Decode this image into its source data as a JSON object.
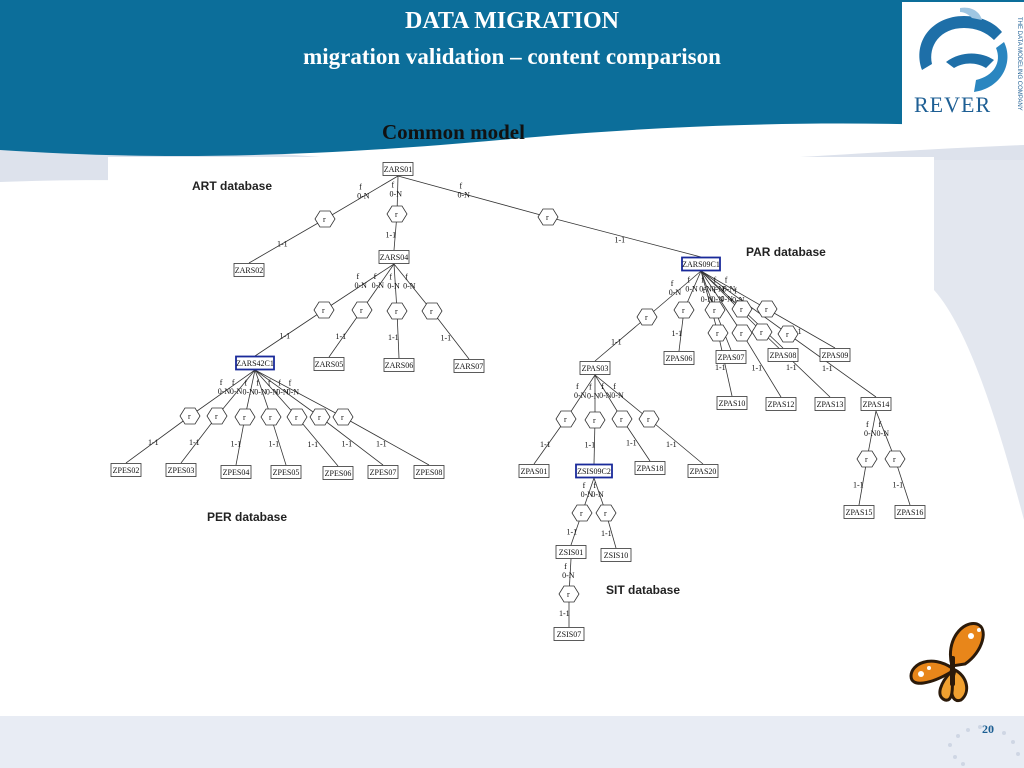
{
  "header": {
    "title": "DATA MIGRATION",
    "subtitle": "migration validation – content comparison"
  },
  "section_title": "Common model",
  "logo": {
    "text": "REVER",
    "tagline": "THE DATA MODELING COMPANY"
  },
  "page_number": "20",
  "colors": {
    "header_bg": "#0c6e9a",
    "wave_light": "#d9dfea",
    "footer_bg": "#e8ecf4",
    "highlight_border": "#1a2a9a"
  },
  "databases": [
    {
      "label": "ART database"
    },
    {
      "label": "PAR database"
    },
    {
      "label": "PER database"
    },
    {
      "label": "SIT database"
    }
  ],
  "diagram": {
    "nodes": [
      {
        "id": "ZARS01",
        "label": "ZARS01",
        "highlight": false
      },
      {
        "id": "ZARS02",
        "label": "ZARS02",
        "highlight": false
      },
      {
        "id": "ZARS04",
        "label": "ZARS04",
        "highlight": false
      },
      {
        "id": "ZARS09C1",
        "label": "ZARS09C1",
        "highlight": true
      },
      {
        "id": "ZARS42C1",
        "label": "ZARS42C1",
        "highlight": true
      },
      {
        "id": "ZARS05",
        "label": "ZARS05",
        "highlight": false
      },
      {
        "id": "ZARS06",
        "label": "ZARS06",
        "highlight": false
      },
      {
        "id": "ZARS07",
        "label": "ZARS07",
        "highlight": false
      },
      {
        "id": "ZPES02",
        "label": "ZPES02",
        "highlight": false
      },
      {
        "id": "ZPES03",
        "label": "ZPES03",
        "highlight": false
      },
      {
        "id": "ZPES04",
        "label": "ZPES04",
        "highlight": false
      },
      {
        "id": "ZPES05",
        "label": "ZPES05",
        "highlight": false
      },
      {
        "id": "ZPES06",
        "label": "ZPES06",
        "highlight": false
      },
      {
        "id": "ZPES07",
        "label": "ZPES07",
        "highlight": false
      },
      {
        "id": "ZPES08",
        "label": "ZPES08",
        "highlight": false
      },
      {
        "id": "ZPAS03",
        "label": "ZPAS03",
        "highlight": false
      },
      {
        "id": "ZPAS06",
        "label": "ZPAS06",
        "highlight": false
      },
      {
        "id": "ZPAS07",
        "label": "ZPAS07",
        "highlight": false
      },
      {
        "id": "ZPAS08",
        "label": "ZPAS08",
        "highlight": false
      },
      {
        "id": "ZPAS09",
        "label": "ZPAS09",
        "highlight": false
      },
      {
        "id": "ZPAS10",
        "label": "ZPAS10",
        "highlight": false
      },
      {
        "id": "ZPAS12",
        "label": "ZPAS12",
        "highlight": false
      },
      {
        "id": "ZPAS13",
        "label": "ZPAS13",
        "highlight": false
      },
      {
        "id": "ZPAS14",
        "label": "ZPAS14",
        "highlight": false
      },
      {
        "id": "ZPAS01",
        "label": "ZPAS01",
        "highlight": false
      },
      {
        "id": "ZSIS09C2",
        "label": "ZSIS09C2",
        "highlight": true
      },
      {
        "id": "ZPAS18",
        "label": "ZPAS18",
        "highlight": false
      },
      {
        "id": "ZPAS20",
        "label": "ZPAS20",
        "highlight": false
      },
      {
        "id": "ZPAS15",
        "label": "ZPAS15",
        "highlight": false
      },
      {
        "id": "ZPAS16",
        "label": "ZPAS16",
        "highlight": false
      },
      {
        "id": "ZSIS01",
        "label": "ZSIS01",
        "highlight": false
      },
      {
        "id": "ZSIS10",
        "label": "ZSIS10",
        "highlight": false
      },
      {
        "id": "ZSIS07",
        "label": "ZSIS07",
        "highlight": false
      }
    ],
    "relationships": [
      {
        "id": "r1",
        "label": "r",
        "parent": "ZARS01",
        "child": "ZARS02",
        "card_parent": "0-N",
        "role_parent": "f",
        "card_child": "1-1"
      },
      {
        "id": "r2",
        "label": "r",
        "parent": "ZARS01",
        "child": "ZARS04",
        "card_parent": "0-N",
        "role_parent": "f",
        "card_child": "1-1"
      },
      {
        "id": "r3",
        "label": "r",
        "parent": "ZARS01",
        "child": "ZARS09C1",
        "card_parent": "0-N",
        "role_parent": "f",
        "card_child": "1-1"
      },
      {
        "id": "r4",
        "label": "r",
        "parent": "ZARS04",
        "child": "ZARS42C1",
        "card_parent": "0-N",
        "role_parent": "f",
        "card_child": "1-1"
      },
      {
        "id": "r5",
        "label": "r",
        "parent": "ZARS04",
        "child": "ZARS05",
        "card_parent": "0-N",
        "role_parent": "f",
        "card_child": "1-1"
      },
      {
        "id": "r6",
        "label": "r",
        "parent": "ZARS04",
        "child": "ZARS06",
        "card_parent": "0-N",
        "role_parent": "f",
        "card_child": "1-1"
      },
      {
        "id": "r7",
        "label": "r",
        "parent": "ZARS04",
        "child": "ZARS07",
        "card_parent": "0-N",
        "role_parent": "f",
        "card_child": "1-1"
      },
      {
        "id": "r8",
        "label": "r",
        "parent": "ZARS42C1",
        "child": "ZPES02",
        "card_parent": "0-N",
        "role_parent": "f",
        "card_child": "1-1"
      },
      {
        "id": "r9",
        "label": "r",
        "parent": "ZARS42C1",
        "child": "ZPES03",
        "card_parent": "0-N",
        "role_parent": "f",
        "card_child": "1-1"
      },
      {
        "id": "r10",
        "label": "r",
        "parent": "ZARS42C1",
        "child": "ZPES04",
        "card_parent": "0-N",
        "role_parent": "f",
        "card_child": "1-1"
      },
      {
        "id": "r11",
        "label": "r",
        "parent": "ZARS42C1",
        "child": "ZPES05",
        "card_parent": "0-N",
        "role_parent": "f",
        "card_child": "1-1"
      },
      {
        "id": "r12",
        "label": "r",
        "parent": "ZARS42C1",
        "child": "ZPES06",
        "card_parent": "0-N",
        "role_parent": "f",
        "card_child": "1-1"
      },
      {
        "id": "r13",
        "label": "r",
        "parent": "ZARS42C1",
        "child": "ZPES07",
        "card_parent": "0-N",
        "role_parent": "f",
        "card_child": "1-1"
      },
      {
        "id": "r14",
        "label": "r",
        "parent": "ZARS42C1",
        "child": "ZPES08",
        "card_parent": "0-N",
        "role_parent": "f",
        "card_child": "1-1"
      },
      {
        "id": "r15",
        "label": "r",
        "parent": "ZARS09C1",
        "child": "ZPAS03",
        "card_parent": "0-N",
        "role_parent": "f",
        "card_child": "1-1"
      },
      {
        "id": "r16",
        "label": "r",
        "parent": "ZARS09C1",
        "child": "ZPAS06",
        "card_parent": "0-N",
        "role_parent": "f",
        "card_child": "1-1"
      },
      {
        "id": "r17",
        "label": "r",
        "parent": "ZARS09C1",
        "child": "ZPAS07",
        "card_parent": "0-N",
        "role_parent": "f",
        "card_child": "1-1"
      },
      {
        "id": "r18",
        "label": "r",
        "parent": "ZARS09C1",
        "child": "ZPAS08",
        "card_parent": "0-N",
        "role_parent": "f",
        "card_child": "1-1"
      },
      {
        "id": "r19",
        "label": "r",
        "parent": "ZARS09C1",
        "child": "ZPAS09",
        "card_parent": "0-N",
        "role_parent": "f",
        "card_child": "1-1"
      },
      {
        "id": "r20",
        "label": "r",
        "parent": "ZARS09C1",
        "child": "ZPAS10",
        "card_parent": "0-N",
        "role_parent": "f",
        "card_child": "1-1"
      },
      {
        "id": "r21",
        "label": "r",
        "parent": "ZARS09C1",
        "child": "ZPAS12",
        "card_parent": "0-N",
        "role_parent": "f",
        "card_child": "1-1"
      },
      {
        "id": "r22",
        "label": "r",
        "parent": "ZARS09C1",
        "child": "ZPAS13",
        "card_parent": "0-N",
        "role_parent": "f",
        "card_child": "1-1"
      },
      {
        "id": "r23",
        "label": "r",
        "parent": "ZARS09C1",
        "child": "ZPAS14",
        "card_parent": "0-N",
        "role_parent": "f",
        "card_child": "1-1"
      },
      {
        "id": "r24",
        "label": "r",
        "parent": "ZPAS03",
        "child": "ZPAS01",
        "card_parent": "0-N",
        "role_parent": "f",
        "card_child": "1-1"
      },
      {
        "id": "r25",
        "label": "r",
        "parent": "ZPAS03",
        "child": "ZSIS09C2",
        "card_parent": "0-N",
        "role_parent": "f",
        "card_child": "1-1"
      },
      {
        "id": "r26",
        "label": "r",
        "parent": "ZPAS03",
        "child": "ZPAS18",
        "card_parent": "0-N",
        "role_parent": "f",
        "card_child": "1-1"
      },
      {
        "id": "r27",
        "label": "r",
        "parent": "ZPAS03",
        "child": "ZPAS20",
        "card_parent": "0-N",
        "role_parent": "f",
        "card_child": "1-1"
      },
      {
        "id": "r28",
        "label": "r",
        "parent": "ZPAS14",
        "child": "ZPAS15",
        "card_parent": "0-N",
        "role_parent": "f",
        "card_child": "1-1"
      },
      {
        "id": "r29",
        "label": "r",
        "parent": "ZPAS14",
        "child": "ZPAS16",
        "card_parent": "0-N",
        "role_parent": "f",
        "card_child": "1-1"
      },
      {
        "id": "r30",
        "label": "r",
        "parent": "ZSIS09C2",
        "child": "ZSIS01",
        "card_parent": "0-N",
        "role_parent": "f",
        "card_child": "1-1"
      },
      {
        "id": "r31",
        "label": "r",
        "parent": "ZSIS09C2",
        "child": "ZSIS10",
        "card_parent": "0-N",
        "role_parent": "f",
        "card_child": "1-1"
      },
      {
        "id": "r32",
        "label": "r",
        "parent": "ZSIS01",
        "child": "ZSIS07",
        "card_parent": "0-N",
        "role_parent": "f",
        "card_child": "1-1"
      }
    ]
  }
}
